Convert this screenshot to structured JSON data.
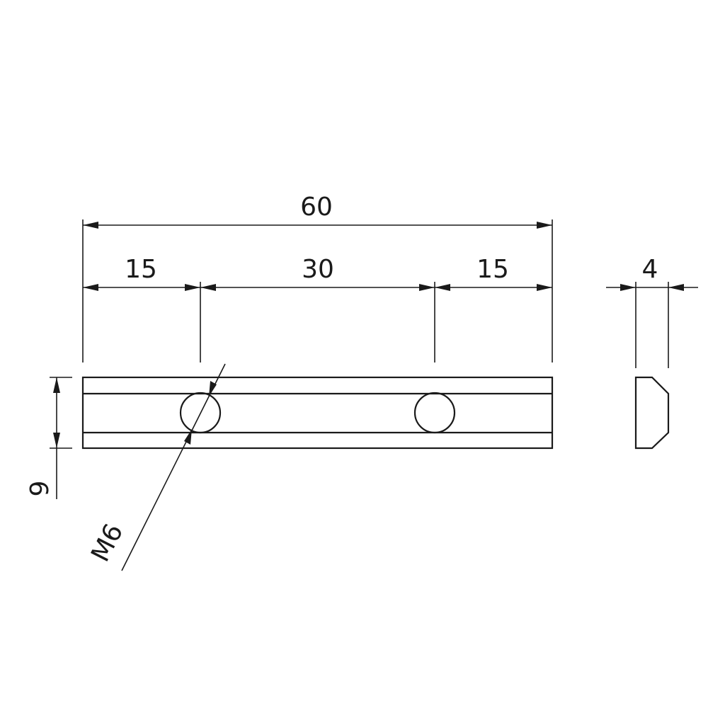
{
  "drawing": {
    "dimensions": {
      "overall_length": "60",
      "left_offset": "15",
      "hole_spacing": "30",
      "right_offset": "15",
      "width": "9",
      "thickness": "4",
      "thread": "M6"
    }
  }
}
